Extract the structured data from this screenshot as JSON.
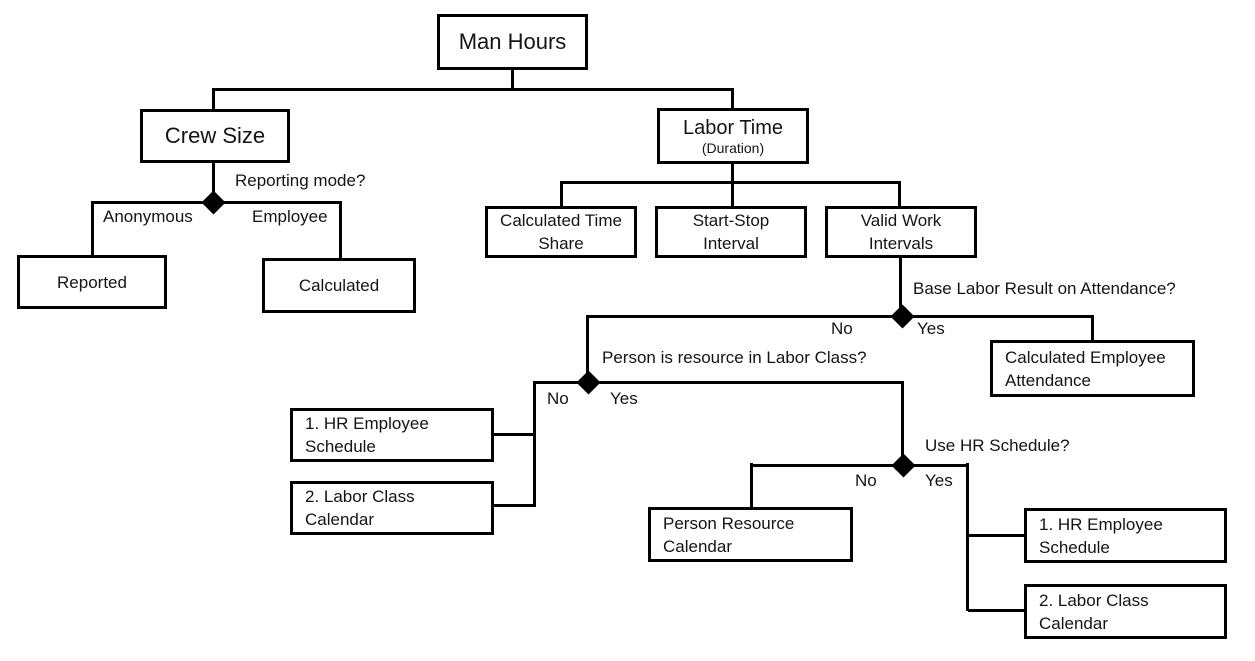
{
  "diagram": {
    "title_node": "Man Hours",
    "colors": {
      "line": "#000000",
      "background": "#ffffff",
      "box_fill": "#ffffff",
      "text": "#141414"
    },
    "nodes": {
      "man_hours": {
        "label": "Man Hours"
      },
      "crew_size": {
        "label": "Crew Size"
      },
      "labor_time": {
        "label": "Labor Time",
        "sublabel": "(Duration)"
      },
      "calculated_time_share": {
        "line1": "Calculated Time",
        "line2": "Share"
      },
      "start_stop_interval": {
        "line1": "Start-Stop",
        "line2": "Interval"
      },
      "valid_work_intervals": {
        "line1": "Valid Work",
        "line2": "Intervals"
      },
      "reported": {
        "label": "Reported"
      },
      "calculated": {
        "label": "Calculated"
      },
      "calculated_employee_attendance": {
        "line1": "Calculated Employee",
        "line2": "Attendance"
      },
      "hr_employee_schedule_left": {
        "line1": "1. HR Employee",
        "line2": "Schedule"
      },
      "labor_class_calendar_left": {
        "line1": "2. Labor Class",
        "line2": "Calendar"
      },
      "person_resource_calendar": {
        "line1": "Person Resource",
        "line2": "Calendar"
      },
      "hr_employee_schedule_right": {
        "line1": "1. HR Employee",
        "line2": "Schedule"
      },
      "labor_class_calendar_right": {
        "line1": "2. Labor Class",
        "line2": "Calendar"
      }
    },
    "decisions": {
      "reporting_mode": {
        "question": "Reporting mode?",
        "left": "Anonymous",
        "right": "Employee"
      },
      "base_labor": {
        "question": "Base Labor Result on Attendance?",
        "no": "No",
        "yes": "Yes"
      },
      "person_resource": {
        "question": "Person is resource in Labor Class?",
        "no": "No",
        "yes": "Yes"
      },
      "use_hr_schedule": {
        "question": "Use HR Schedule?",
        "no": "No",
        "yes": "Yes"
      }
    }
  }
}
